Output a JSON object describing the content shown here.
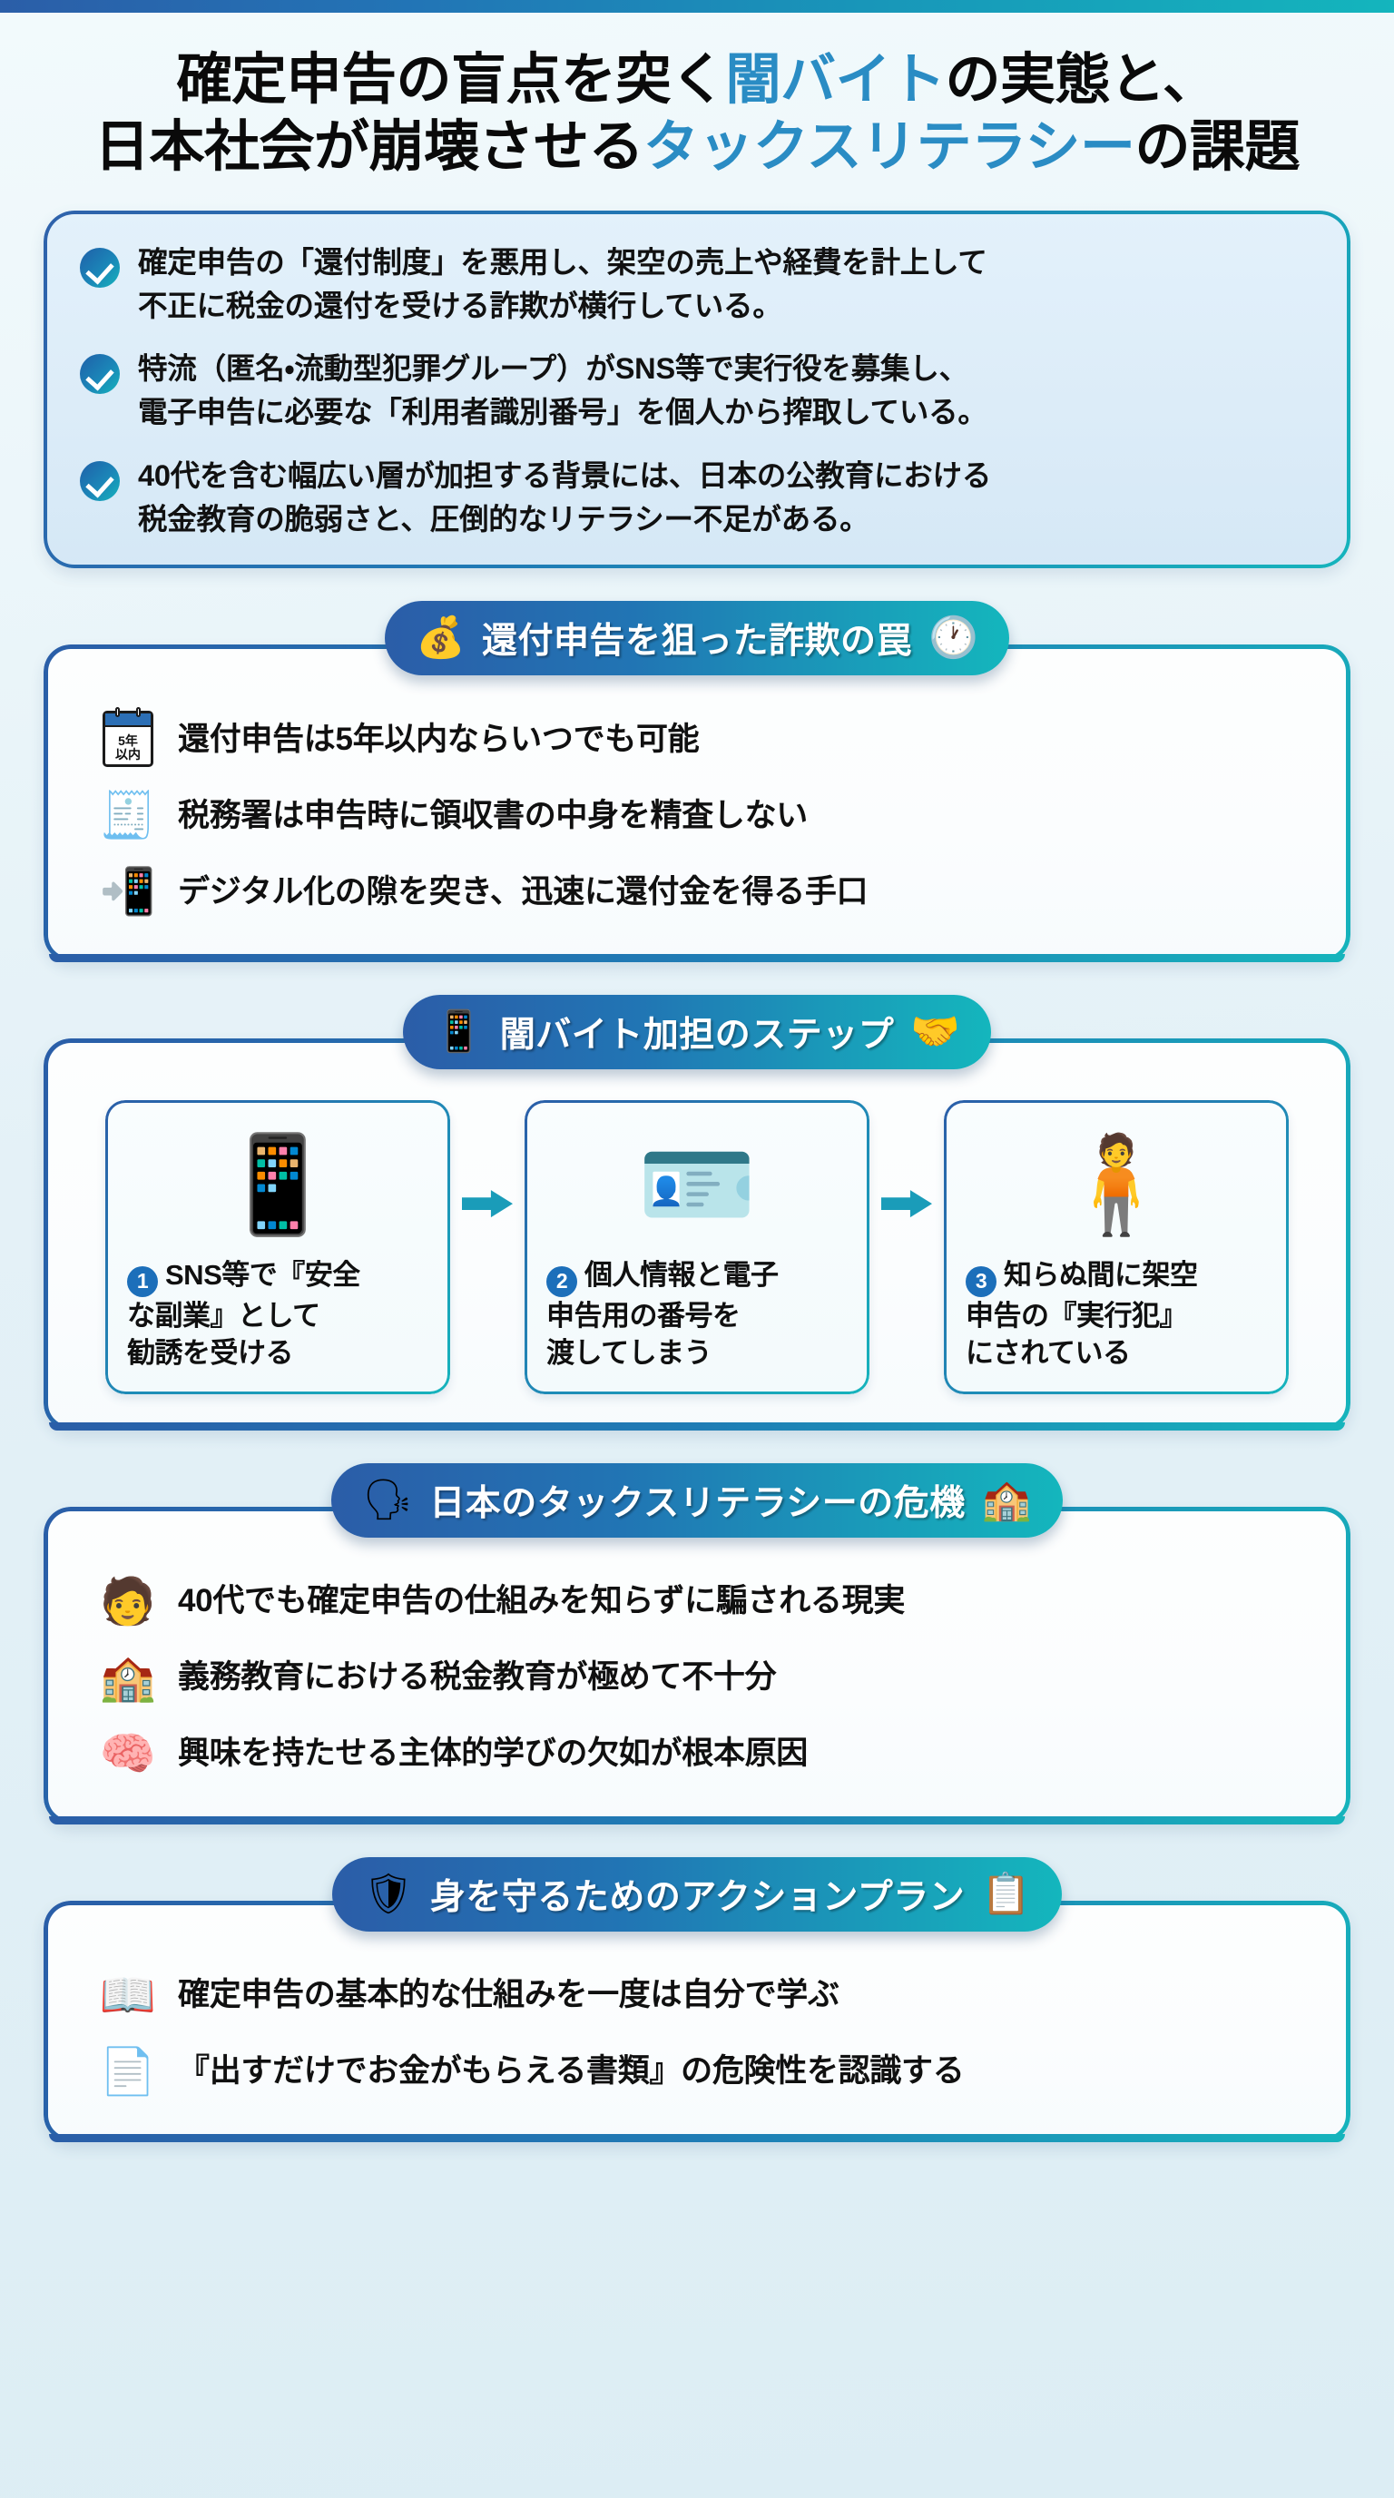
{
  "theme": {
    "accent_blue": "#2a8cc4",
    "gradient_start": "#2b5ea8",
    "gradient_end": "#14b6bd",
    "text_color": "#101010",
    "step_badge_color": "#1c6fba",
    "arrow_color": "#1a9cb9"
  },
  "title": {
    "line1_before": "確定申告の盲点を突く",
    "line1_accent": "闇バイト",
    "line1_after": "の実態と、",
    "line2_before": "日本社会が崩壊させる",
    "line2_accent": "タックスリテラシー",
    "line2_after": "の課題"
  },
  "summary": {
    "items": [
      {
        "icon": "check-circle-icon",
        "line1": "確定申告の「還付制度」を悪用し、架空の売上や経費を計上して",
        "line2": "不正に税金の還付を受ける詐欺が横行している。"
      },
      {
        "icon": "check-circle-icon",
        "line1": "特流（匿名・流動型犯罪グループ）がSNS等で実行役を募集し、",
        "line2": "電子申告に必要な「利用者識別番号」を個人から搾取している。"
      },
      {
        "icon": "check-circle-icon",
        "line1": "40代を含む幅広い層が加担する背景には、日本の公教育における",
        "line2": "税金教育の脆弱さと、圧倒的なリテラシー不足がある。"
      }
    ]
  },
  "sections": [
    {
      "id": "refund-fraud-trap",
      "title": "還付申告を狙った詐欺の罠",
      "icon_left": "money-bag-magnifier-icon",
      "icon_left_glyph": "💰",
      "icon_right": "clock-icon",
      "icon_right_glyph": "🕐",
      "rows": [
        {
          "icon": "calendar-5years-icon",
          "icon_glyph": "",
          "cal_t1": "5年",
          "cal_t2": "以内",
          "text": "還付申告は5年以内ならいつでも可能"
        },
        {
          "icon": "receipt-reject-icon",
          "icon_glyph": "🧾",
          "text": "税務署は申告時に領収書の中身を精査しない"
        },
        {
          "icon": "mobile-lock-icon",
          "icon_glyph": "📲",
          "text": "デジタル化の隙を突き、迅速に還付金を得る手口"
        }
      ]
    },
    {
      "id": "dark-parttime-steps",
      "title": "闇バイト加担のステップ",
      "icon_left": "smartphone-network-icon",
      "icon_left_glyph": "📱",
      "icon_right": "handshake-icon",
      "icon_right_glyph": "🤝",
      "steps": [
        {
          "number": "❶",
          "icon": "smartphone-chat-icon",
          "icon_glyph": "📱",
          "lines": [
            "SNS等で『安全",
            "な副業』として",
            "勧誘を受ける"
          ]
        },
        {
          "number": "❷",
          "icon": "id-card-hand-icon",
          "icon_glyph": "🪪",
          "lines": [
            "個人情報と電子",
            "申告用の番号を",
            "渡してしまう"
          ]
        },
        {
          "number": "❸",
          "icon": "puppet-tax-icon",
          "icon_glyph": "🧍",
          "lines": [
            "知らぬ間に架空",
            "申告の『実行犯』",
            "にされている"
          ]
        }
      ]
    },
    {
      "id": "tax-literacy-crisis",
      "title": "日本のタックスリテラシーの危機",
      "icon_left": "head-question-icon",
      "icon_left_glyph": "🗣",
      "icon_right": "school-alert-icon",
      "icon_right_glyph": "🏫",
      "rows": [
        {
          "icon": "confused-person-icon",
          "icon_glyph": "🧑",
          "text": "40代でも確定申告の仕組みを知らずに騙される現実"
        },
        {
          "icon": "school-icon",
          "icon_glyph": "🏫",
          "text": "義務教育における税金教育が極めて不十分"
        },
        {
          "icon": "brain-lock-icon",
          "icon_glyph": "🧠",
          "text": "興味を持たせる主体的学びの欠如が根本原因"
        }
      ]
    },
    {
      "id": "action-plan",
      "title": "身を守るためのアクションプラン",
      "icon_left": "shield-icon",
      "icon_left_glyph": "🛡",
      "icon_right": "checklist-clipboard-icon",
      "icon_right_glyph": "📋",
      "rows": [
        {
          "icon": "online-learning-icon",
          "icon_glyph": "📖",
          "text": "確定申告の基本的な仕組みを一度は自分で学ぶ"
        },
        {
          "icon": "document-warning-icon",
          "icon_glyph": "📄",
          "text": "『出すだけでお金がもらえる書類』の危険性を認識する"
        }
      ]
    }
  ]
}
